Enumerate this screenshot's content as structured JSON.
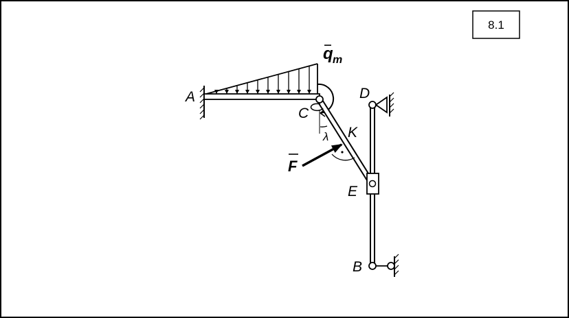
{
  "figure": {
    "problem_number": "8.1",
    "labels": {
      "A": "A",
      "B": "B",
      "C": "C",
      "D": "D",
      "E": "E",
      "K": "K",
      "force": "F",
      "load": "q",
      "load_subscript": "m",
      "angle": "λ"
    }
  }
}
